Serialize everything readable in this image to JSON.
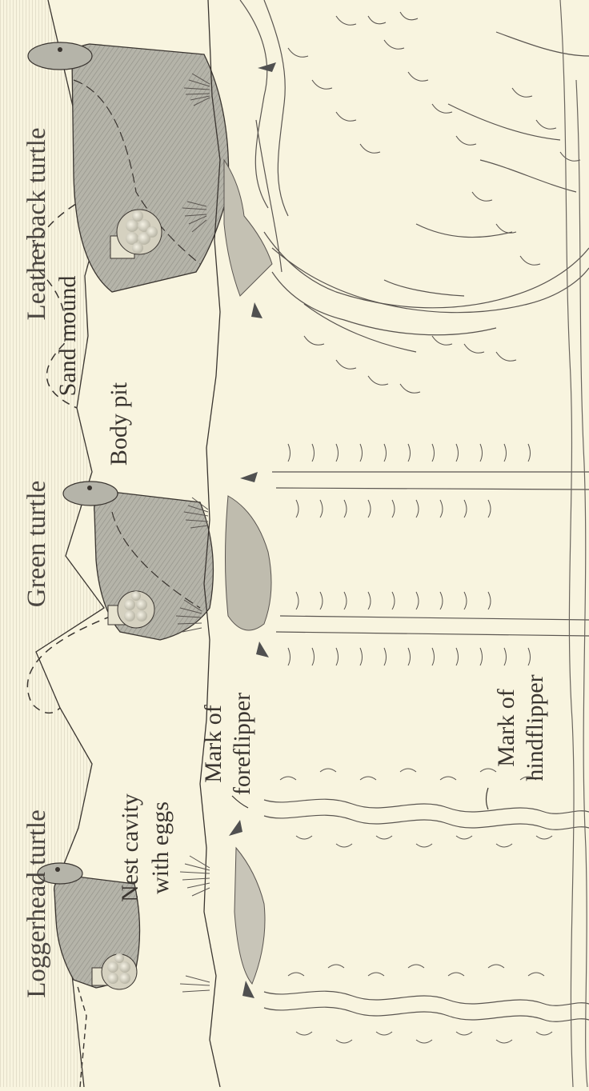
{
  "labels": {
    "loggerhead": "Loggerhead turtle",
    "green": "Green turtle",
    "leatherback": "Leatherback turtle",
    "nest_line1": "Nest cavity",
    "nest_line2": "with eggs",
    "body_pit": "Body pit",
    "sand_mound": "Sand mound",
    "fore_line1": "Mark of",
    "fore_line2": "foreflipper",
    "hind_line1": "Mark of",
    "hind_line2": "hindflipper"
  },
  "colors": {
    "paper": "#f8f4df",
    "ink": "#3a3530",
    "shell": "#a8a79c",
    "sand_hatch": "#cfcab4",
    "arrow": "#505050"
  }
}
